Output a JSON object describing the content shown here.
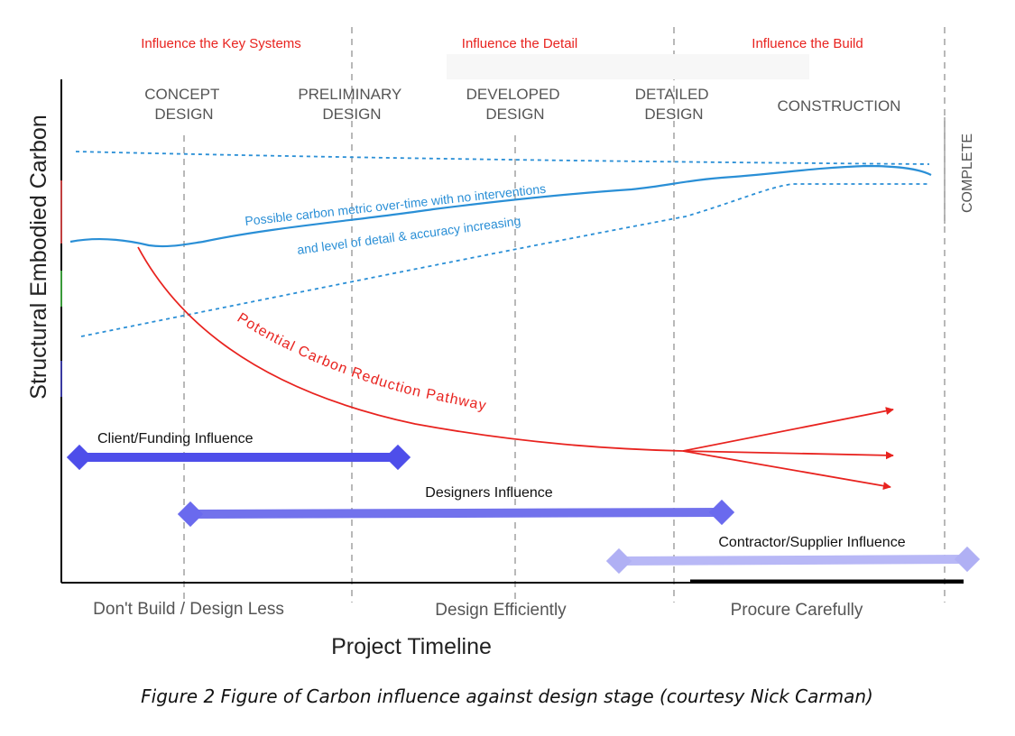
{
  "influence_labels": [
    "Influence the Key Systems",
    "Influence the Detail",
    "Influence the Build"
  ],
  "stages": [
    {
      "line1": "CONCEPT",
      "line2": "DESIGN"
    },
    {
      "line1": "PRELIMINARY",
      "line2": "DESIGN"
    },
    {
      "line1": "DEVELOPED",
      "line2": "DESIGN"
    },
    {
      "line1": "DETAILED",
      "line2": "DESIGN"
    },
    {
      "line1": "CONSTRUCTION",
      "line2": ""
    }
  ],
  "complete_label": "COMPLETE",
  "y_axis_label": "Structural Embodied Carbon",
  "x_axis_label": "Project Timeline",
  "blue_curve_text": [
    "Possible carbon metric over-time with no interventions",
    "and level of detail & accuracy increasing"
  ],
  "red_curve_text": "Potential Carbon Reduction Pathway",
  "influence_bars": [
    {
      "label": "Client/Funding Influence"
    },
    {
      "label": "Designers Influence"
    },
    {
      "label": "Contractor/Supplier Influence"
    }
  ],
  "bottom_labels": [
    "Don't Build / Design Less",
    "Design Efficiently",
    "Procure Carefully"
  ],
  "caption": "Figure 2 Figure of Carbon influence against design stage (courtesy Nick Carman)",
  "colors": {
    "influence_text": "#e8231f",
    "stage_text": "#555555",
    "blue_curve": "#2a8fd6",
    "red_curve": "#e8231f",
    "bar_client": "#4e4eea",
    "bar_designers": "#7272ec",
    "bar_contractor": "#b8b8f6",
    "axis": "#000000"
  }
}
